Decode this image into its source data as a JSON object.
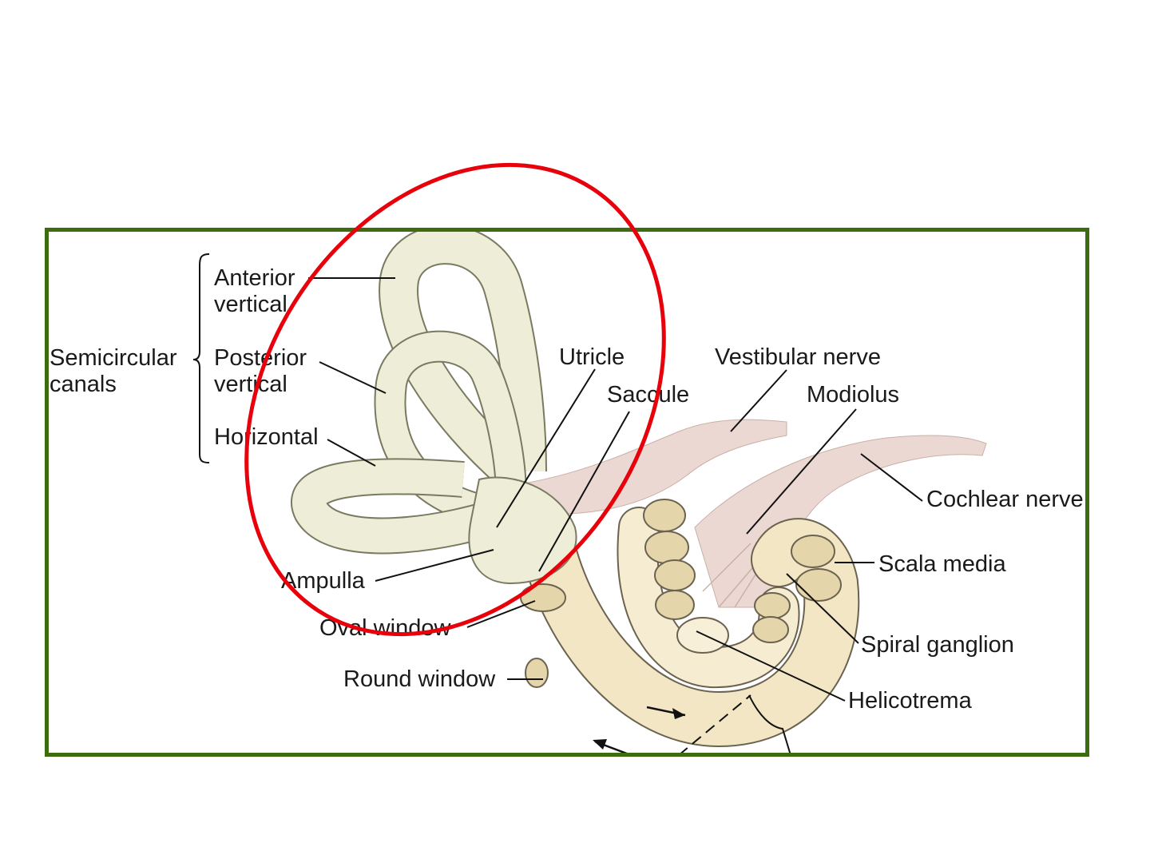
{
  "colors": {
    "frame": "#3d6b0f",
    "highlight": "#e8000a",
    "bone": "#f3ecd0",
    "nerve": "#ecd8d2"
  },
  "labels": {
    "semicircular_1": "Semicircular",
    "semicircular_2": "canals",
    "anterior_1": "Anterior",
    "anterior_2": "vertical",
    "posterior_1": "Posterior",
    "posterior_2": "vertical",
    "horizontal": "Horizontal",
    "utricle": "Utricle",
    "saccule": "Saccule",
    "vestibular_nerve": "Vestibular nerve",
    "modiolus": "Modiolus",
    "cochlear_nerve": "Cochlear nerve",
    "scala_media": "Scala media",
    "spiral_ganglion": "Spiral ganglion",
    "helicotrema": "Helicotrema",
    "ampulla": "Ampulla",
    "oval_window": "Oval window",
    "round_window": "Round window"
  }
}
